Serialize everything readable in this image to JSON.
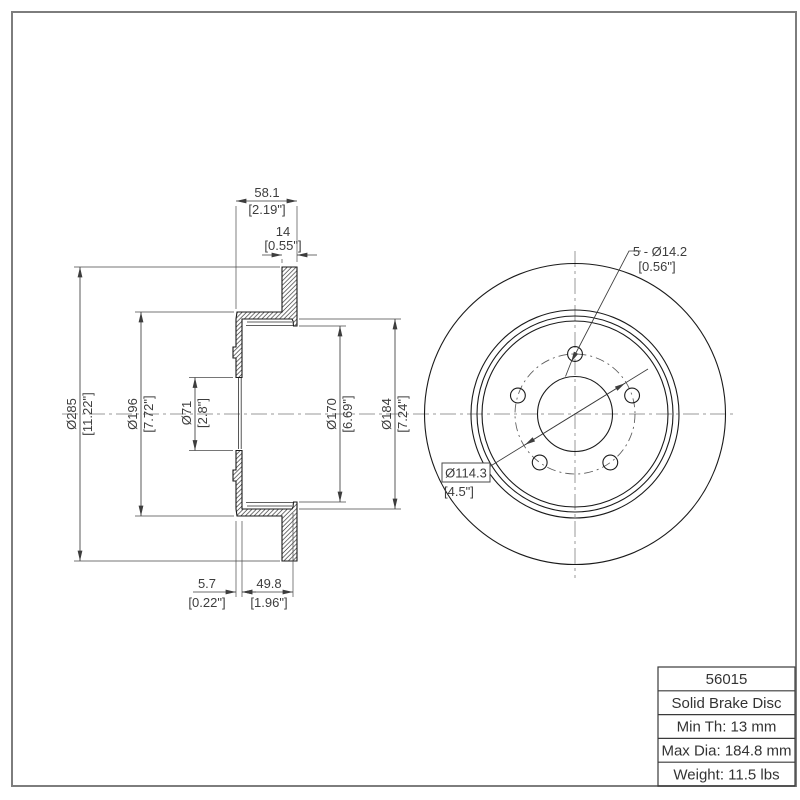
{
  "section_view": {
    "dim_width": {
      "mm": "58.1",
      "inch": "[2.19\"]"
    },
    "dim_thickness": {
      "mm": "14",
      "inch": "[0.55\"]"
    },
    "dim_outer": {
      "mm": "Ø285",
      "inch": "[11.22\"]"
    },
    "dim_hat": {
      "mm": "Ø196",
      "inch": "[7.72\"]"
    },
    "dim_bore": {
      "mm": "Ø71",
      "inch": "[2.8\"]"
    },
    "dim_drum": {
      "mm": "Ø170",
      "inch": "[6.69\"]"
    },
    "dim_lip": {
      "mm": "Ø184",
      "inch": "[7.24\"]"
    },
    "dim_wall": {
      "mm": "5.7",
      "inch": "[0.22\"]"
    },
    "dim_depth": {
      "mm": "49.8",
      "inch": "[1.96\"]"
    }
  },
  "front_view": {
    "bolt_callout": {
      "line1": "5 - Ø14.2",
      "line2": "[0.56\"]"
    },
    "bolt_circle_callout": {
      "diameter": "Ø114.3",
      "inch": "[4.5\"]"
    }
  },
  "title_block": {
    "rows": [
      "56015",
      "Solid Brake Disc",
      "Min Th: 13 mm",
      "Max Dia: 184.8 mm",
      "Weight: 11.5 lbs"
    ]
  }
}
